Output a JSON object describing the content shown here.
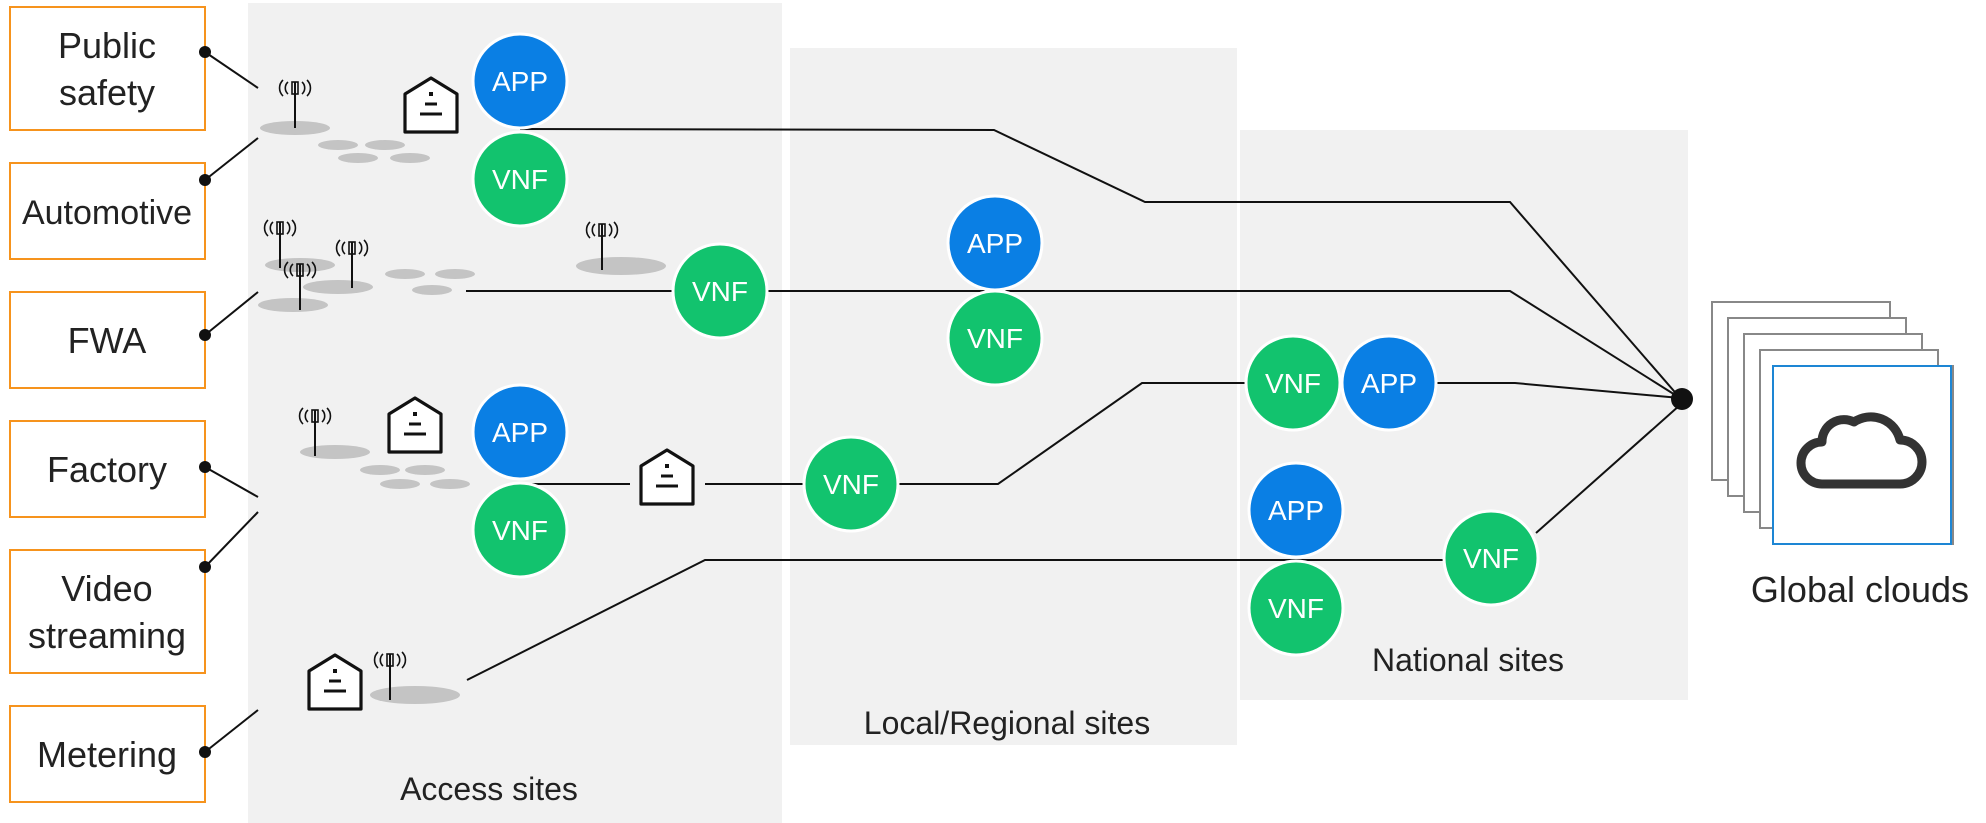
{
  "colors": {
    "app": "#0a7fe4",
    "vnf": "#12c36e",
    "region": "#f1f1f1",
    "use_case_border": "#f6931d",
    "cloud_border": "#1d86d4",
    "line": "#111111",
    "ground": "#c4c4c4"
  },
  "use_cases": [
    {
      "lines": [
        "Public",
        "safety"
      ]
    },
    {
      "lines": [
        "Automotive"
      ]
    },
    {
      "lines": [
        "FWA"
      ]
    },
    {
      "lines": [
        "Factory"
      ]
    },
    {
      "lines": [
        "Video",
        "streaming"
      ]
    },
    {
      "lines": [
        "Metering"
      ]
    }
  ],
  "regions": {
    "access": "Access sites",
    "local": "Local/Regional sites",
    "national": "National sites"
  },
  "global_clouds": "Global clouds",
  "node_labels": {
    "app": "APP",
    "vnf": "VNF"
  },
  "icons": {
    "antenna": "antenna-icon",
    "building": "building-icon",
    "cloud": "cloud-icon"
  }
}
